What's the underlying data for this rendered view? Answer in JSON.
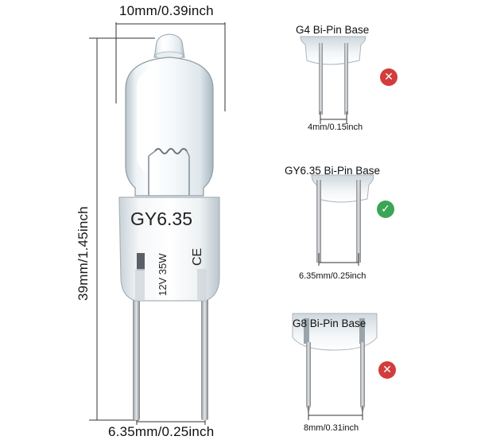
{
  "dimensions": {
    "width_label": "10mm/0.39inch",
    "height_label": "39mm/1.45inch",
    "pin_spacing_label": "6.35mm/0.25inch"
  },
  "bulb": {
    "model": "GY6.35",
    "spec": "12V 35W",
    "ce_mark": "CE"
  },
  "bases": [
    {
      "title": "G4 Bi-Pin Base",
      "spacing": "4mm/0.15inch",
      "compatible": false,
      "status_icon": "x-mark-icon",
      "color": "#d33c3c"
    },
    {
      "title": "GY6.35 Bi-Pin Base",
      "spacing": "6.35mm/0.25inch",
      "compatible": true,
      "status_icon": "check-mark-icon",
      "color": "#3aa655"
    },
    {
      "title": "G8 Bi-Pin Base",
      "spacing": "8mm/0.31inch",
      "compatible": false,
      "status_icon": "x-mark-icon",
      "color": "#d33c3c"
    }
  ],
  "badge_glyphs": {
    "x-mark-icon": "✕",
    "check-mark-icon": "✓"
  }
}
